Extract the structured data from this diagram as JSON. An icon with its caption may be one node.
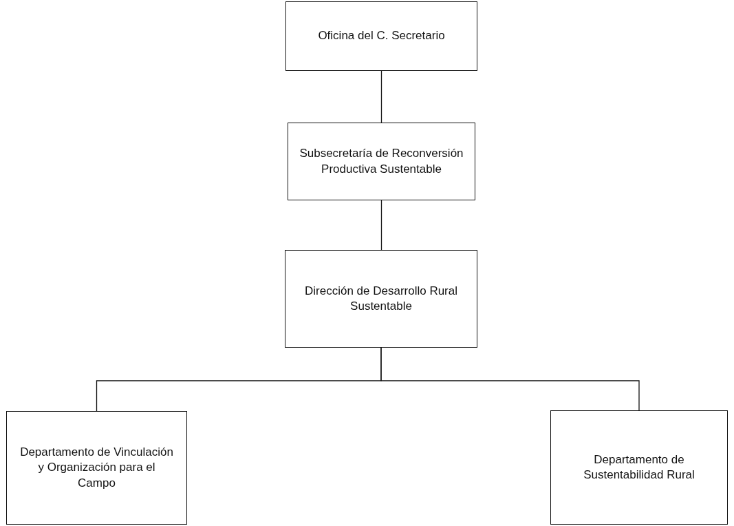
{
  "diagram": {
    "nodes": [
      {
        "text": [
          "Oficina del C. Secretario"
        ]
      },
      {
        "text": [
          "Subsecretaría de Reconversión Productiva Sustentable"
        ]
      },
      {
        "text": [
          "Dirección de Desarrollo Rural Sustentable"
        ]
      },
      {
        "text": [
          "Departamento de Vinculación y Organización para el Campo"
        ]
      },
      {
        "text": [
          "Departamento de Sustentabilidad Rural"
        ]
      }
    ],
    "edges": [
      {
        "from": 0,
        "to": 1,
        "arrow": "none"
      },
      {
        "from": 1,
        "to": 2,
        "arrow": "none"
      },
      {
        "from": 2,
        "to": 3,
        "arrow": "none"
      },
      {
        "from": 2,
        "to": 4,
        "arrow": "none"
      }
    ]
  }
}
